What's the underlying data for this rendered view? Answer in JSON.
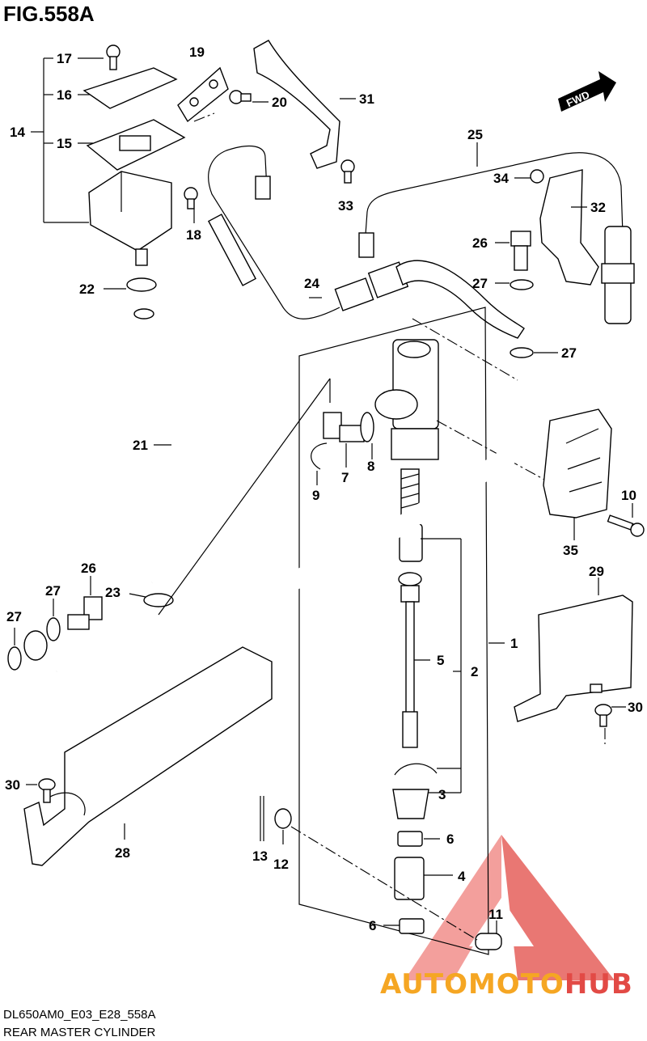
{
  "figure": {
    "title": "FIG.558A",
    "code": "DL650AM0_E03_E28_558A",
    "caption": "REAR MASTER CYLINDER",
    "fwd_label": "FWD"
  },
  "watermark": {
    "part1": "AUTOMOTO",
    "part2": "HUB",
    "color_orange": "#f5a623",
    "color_red": "#e24a45"
  },
  "callouts": [
    {
      "id": "1",
      "label": "1"
    },
    {
      "id": "2",
      "label": "2"
    },
    {
      "id": "3",
      "label": "3"
    },
    {
      "id": "4",
      "label": "4"
    },
    {
      "id": "5",
      "label": "5"
    },
    {
      "id": "6a",
      "label": "6"
    },
    {
      "id": "6b",
      "label": "6"
    },
    {
      "id": "7",
      "label": "7"
    },
    {
      "id": "8",
      "label": "8"
    },
    {
      "id": "9",
      "label": "9"
    },
    {
      "id": "10",
      "label": "10"
    },
    {
      "id": "11",
      "label": "11"
    },
    {
      "id": "12",
      "label": "12"
    },
    {
      "id": "13",
      "label": "13"
    },
    {
      "id": "14",
      "label": "14"
    },
    {
      "id": "15",
      "label": "15"
    },
    {
      "id": "16",
      "label": "16"
    },
    {
      "id": "17",
      "label": "17"
    },
    {
      "id": "18",
      "label": "18"
    },
    {
      "id": "19",
      "label": "19"
    },
    {
      "id": "20",
      "label": "20"
    },
    {
      "id": "21",
      "label": "21"
    },
    {
      "id": "22",
      "label": "22"
    },
    {
      "id": "23",
      "label": "23"
    },
    {
      "id": "24",
      "label": "24"
    },
    {
      "id": "25",
      "label": "25"
    },
    {
      "id": "26a",
      "label": "26"
    },
    {
      "id": "26b",
      "label": "26"
    },
    {
      "id": "27a",
      "label": "27"
    },
    {
      "id": "27b",
      "label": "27"
    },
    {
      "id": "27c",
      "label": "27"
    },
    {
      "id": "27d",
      "label": "27"
    },
    {
      "id": "28",
      "label": "28"
    },
    {
      "id": "29",
      "label": "29"
    },
    {
      "id": "30a",
      "label": "30"
    },
    {
      "id": "30b",
      "label": "30"
    },
    {
      "id": "31",
      "label": "31"
    },
    {
      "id": "32",
      "label": "32"
    },
    {
      "id": "33",
      "label": "33"
    },
    {
      "id": "34",
      "label": "34"
    },
    {
      "id": "35",
      "label": "35"
    }
  ]
}
